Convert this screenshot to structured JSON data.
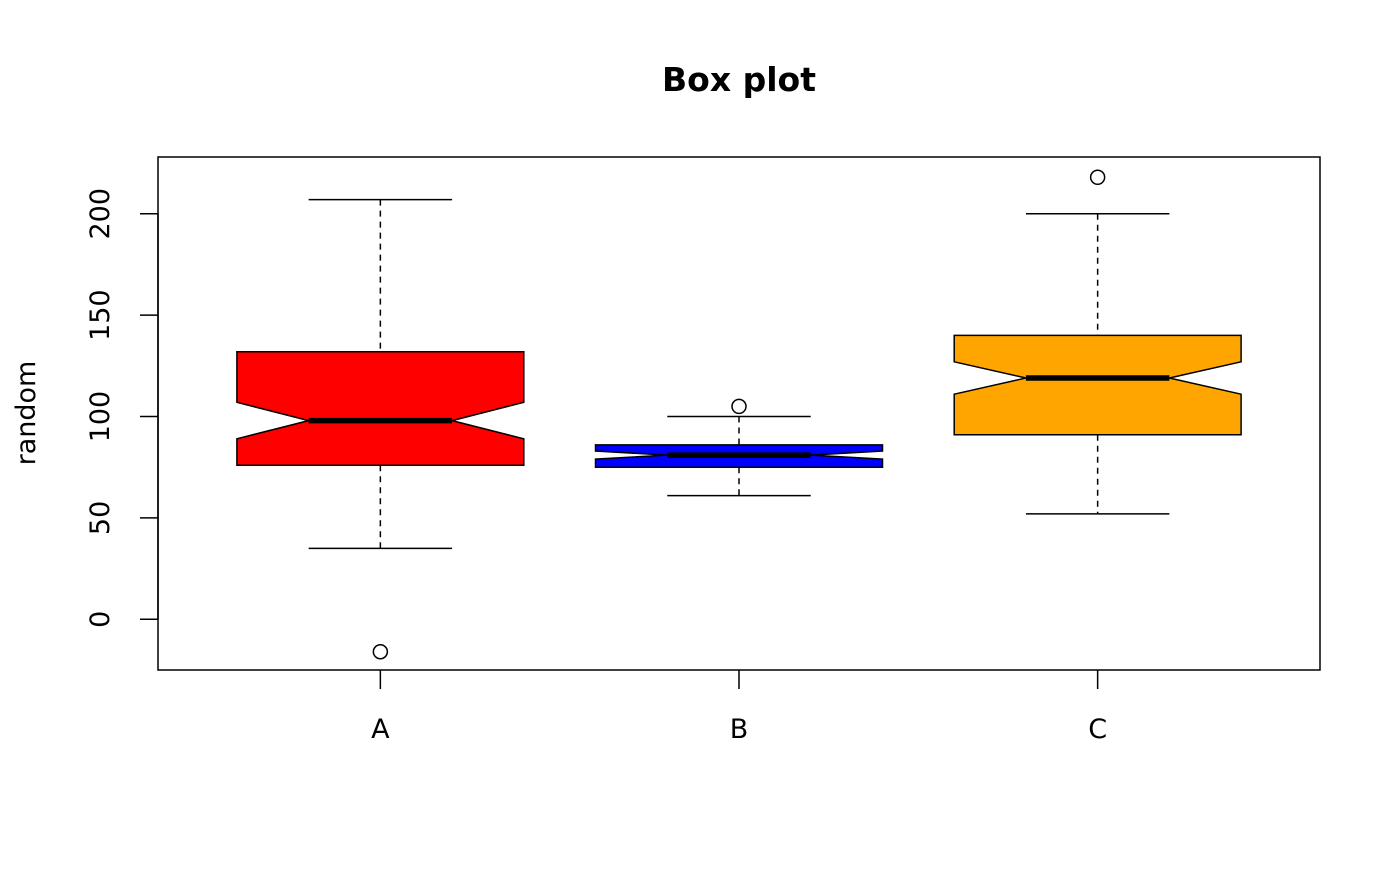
{
  "chart_data": {
    "type": "box",
    "title": "Box plot",
    "xlabel": "",
    "ylabel": "random",
    "notched": true,
    "ylim": [
      -25,
      228
    ],
    "yticks": [
      0,
      50,
      100,
      150,
      200
    ],
    "categories": [
      "A",
      "B",
      "C"
    ],
    "series": [
      {
        "category": "A",
        "color": "#ff0000",
        "whisker_low": 35,
        "q1": 76,
        "median": 98,
        "q3": 132,
        "whisker_high": 207,
        "notch_low": 89,
        "notch_high": 107,
        "outliers": [
          -16
        ]
      },
      {
        "category": "B",
        "color": "#0000ff",
        "whisker_low": 61,
        "q1": 75,
        "median": 81,
        "q3": 86,
        "whisker_high": 100,
        "notch_low": 79,
        "notch_high": 83,
        "outliers": [
          105
        ]
      },
      {
        "category": "C",
        "color": "#ffa500",
        "whisker_low": 52,
        "q1": 91,
        "median": 119,
        "q3": 140,
        "whisker_high": 200,
        "notch_low": 111,
        "notch_high": 127,
        "outliers": [
          218
        ]
      }
    ]
  }
}
